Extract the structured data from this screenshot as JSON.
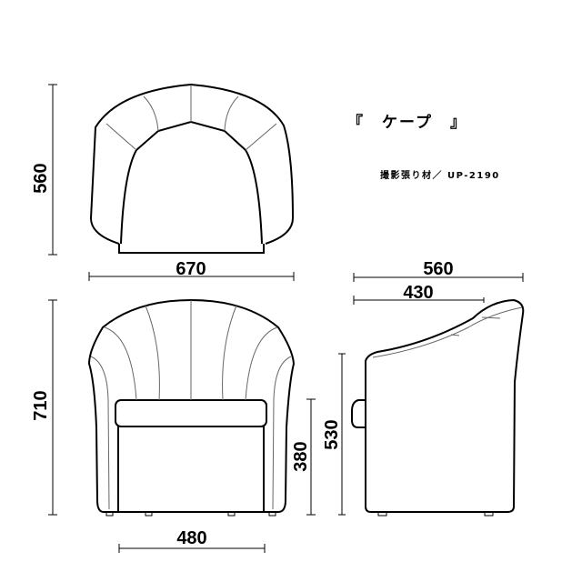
{
  "product": {
    "name": "『　ケープ　』",
    "material_note": "撮影張り材／ UP-2190"
  },
  "views": {
    "top": {
      "label": "top-view",
      "depth": "560",
      "width": "670"
    },
    "front": {
      "label": "front-view",
      "height": "710",
      "seat_height": "380",
      "seat_width": "480"
    },
    "side": {
      "label": "side-view",
      "depth": "560",
      "seat_depth": "430",
      "arm_height": "530"
    }
  },
  "colors": {
    "line": "#000000",
    "seam": "#555555",
    "background": "#ffffff"
  }
}
